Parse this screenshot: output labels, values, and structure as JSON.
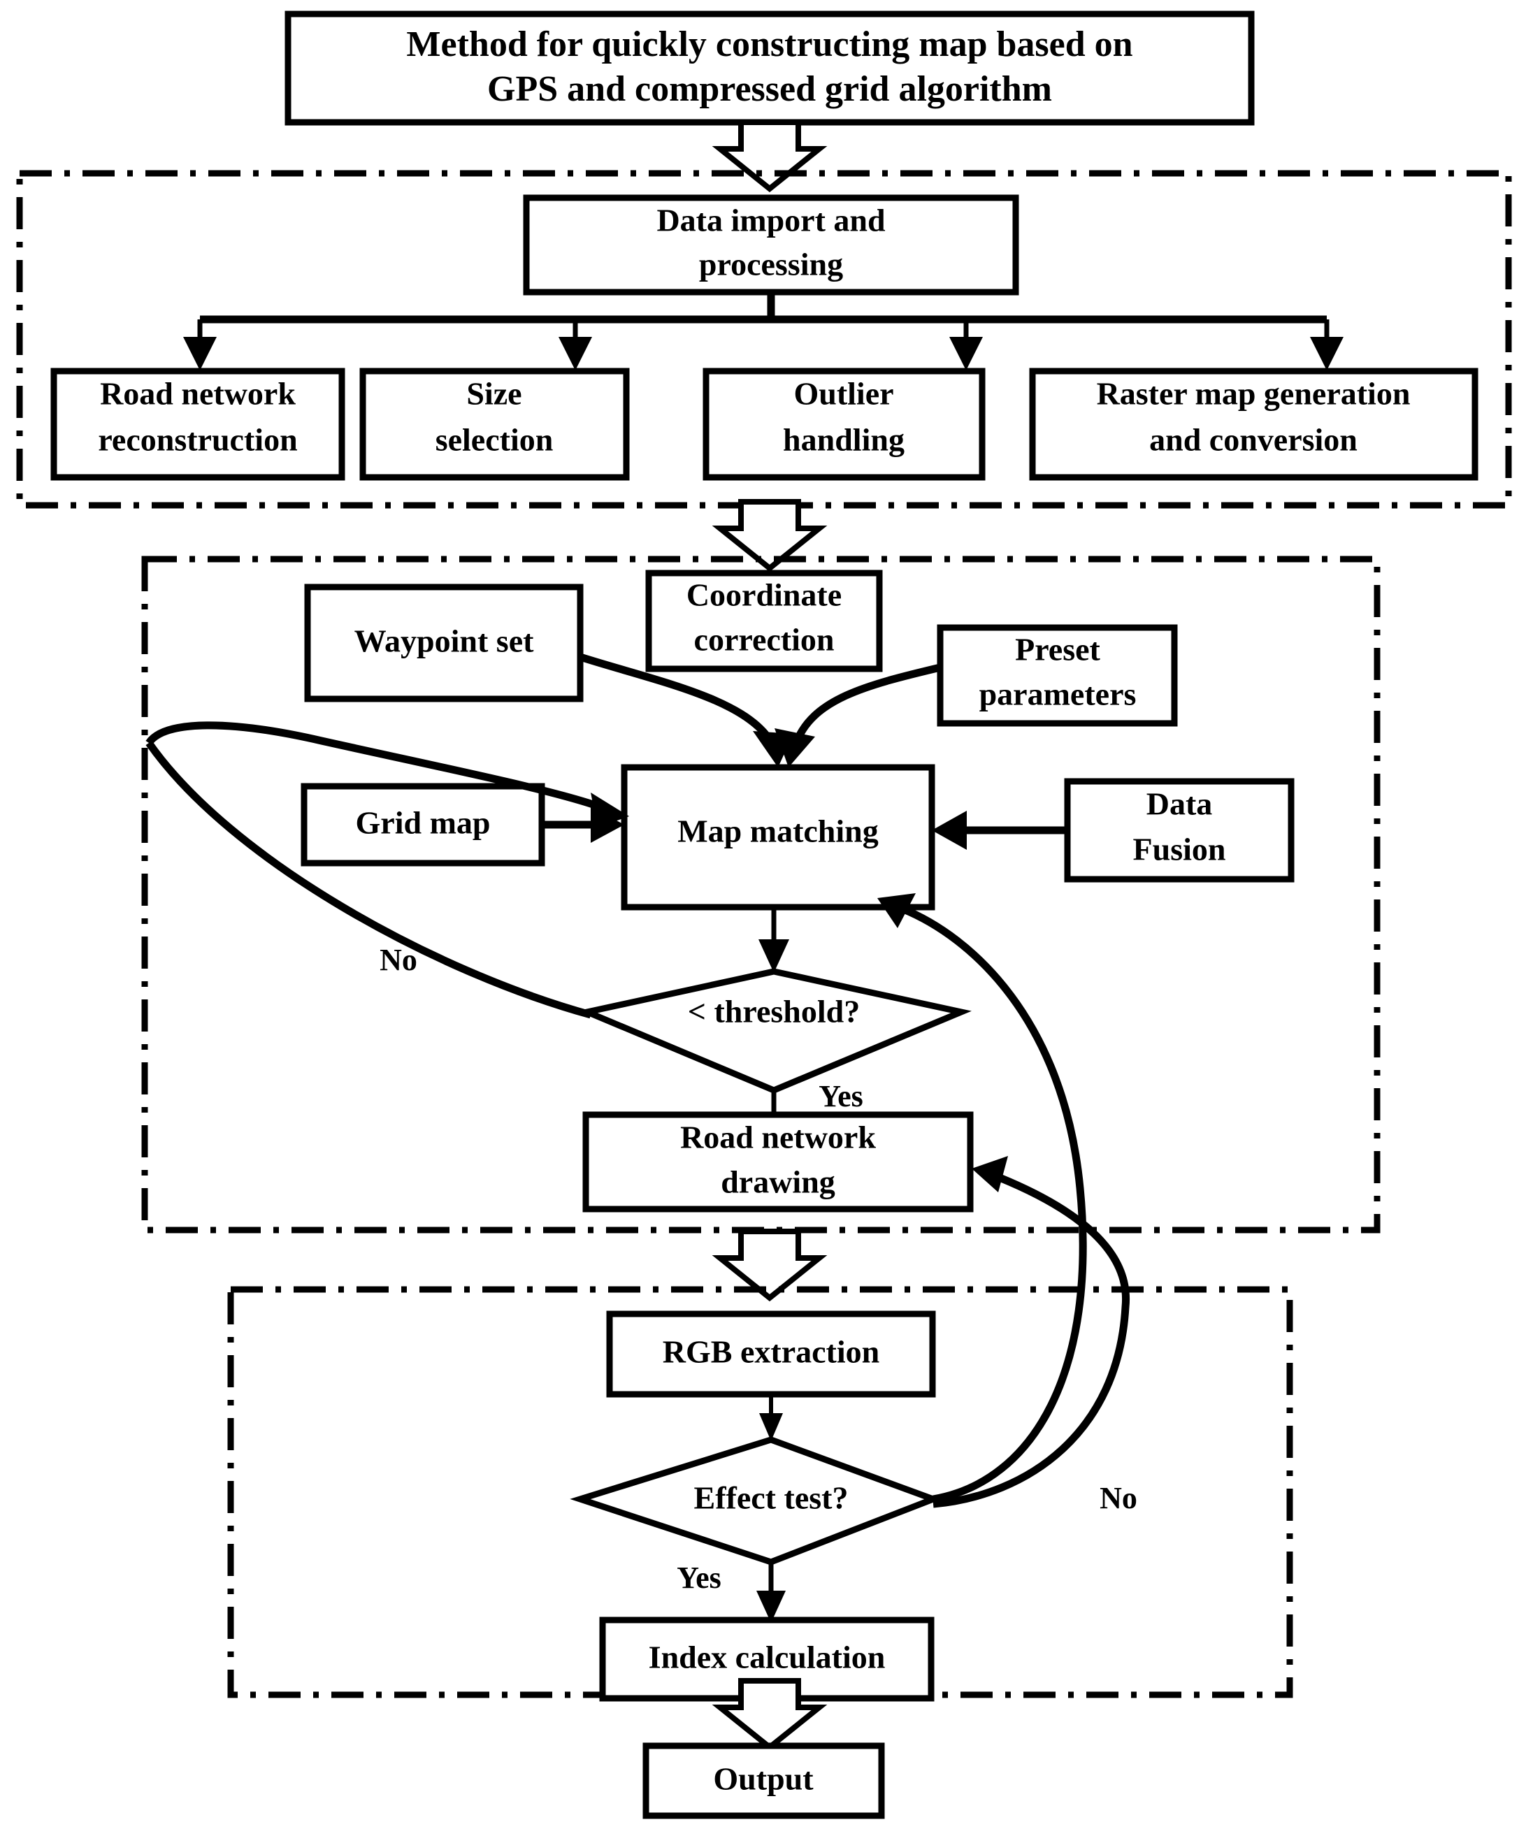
{
  "diagram": {
    "title_node": {
      "id": "title",
      "line1": "Method for quickly constructing map based on",
      "line2": "GPS and compressed grid algorithm"
    },
    "groups": [
      {
        "id": "group-data-import",
        "name": "data-import-and-processing-group"
      },
      {
        "id": "group-map-matching",
        "name": "map-matching-group"
      },
      {
        "id": "group-evaluation",
        "name": "evaluation-group"
      }
    ],
    "nodes": {
      "data_import": {
        "line1": "Data import and",
        "line2": "processing"
      },
      "road_network_reconstruction": {
        "line1": "Road network",
        "line2": "reconstruction"
      },
      "size_selection": {
        "line1": "Size",
        "line2": "selection"
      },
      "outlier_handling": {
        "line1": "Outlier",
        "line2": "handling"
      },
      "raster_map": {
        "line1": "Raster map generation",
        "line2": "and conversion"
      },
      "waypoint_set": {
        "line1": "Waypoint set"
      },
      "coordinate_correction": {
        "line1": "Coordinate",
        "line2": "correction"
      },
      "preset_parameters": {
        "line1": "Preset",
        "line2": "parameters"
      },
      "grid_map": {
        "line1": "Grid map"
      },
      "map_matching": {
        "line1": "Map matching"
      },
      "data_fusion": {
        "line1": "Data",
        "line2": "Fusion"
      },
      "threshold_decision": {
        "line1": "< threshold?"
      },
      "road_network_drawing": {
        "line1": "Road network",
        "line2": "drawing"
      },
      "rgb_extraction": {
        "line1": "RGB extraction"
      },
      "effect_test": {
        "line1": "Effect test?"
      },
      "index_calculation": {
        "line1": "Index calculation"
      },
      "output": {
        "line1": "Output"
      }
    },
    "edge_labels": {
      "threshold_no": "No",
      "threshold_yes": "Yes",
      "effect_no": "No",
      "effect_yes": "Yes"
    },
    "colors": {
      "stroke": "#000000",
      "fill": "#ffffff",
      "background": "#ffffff"
    }
  }
}
